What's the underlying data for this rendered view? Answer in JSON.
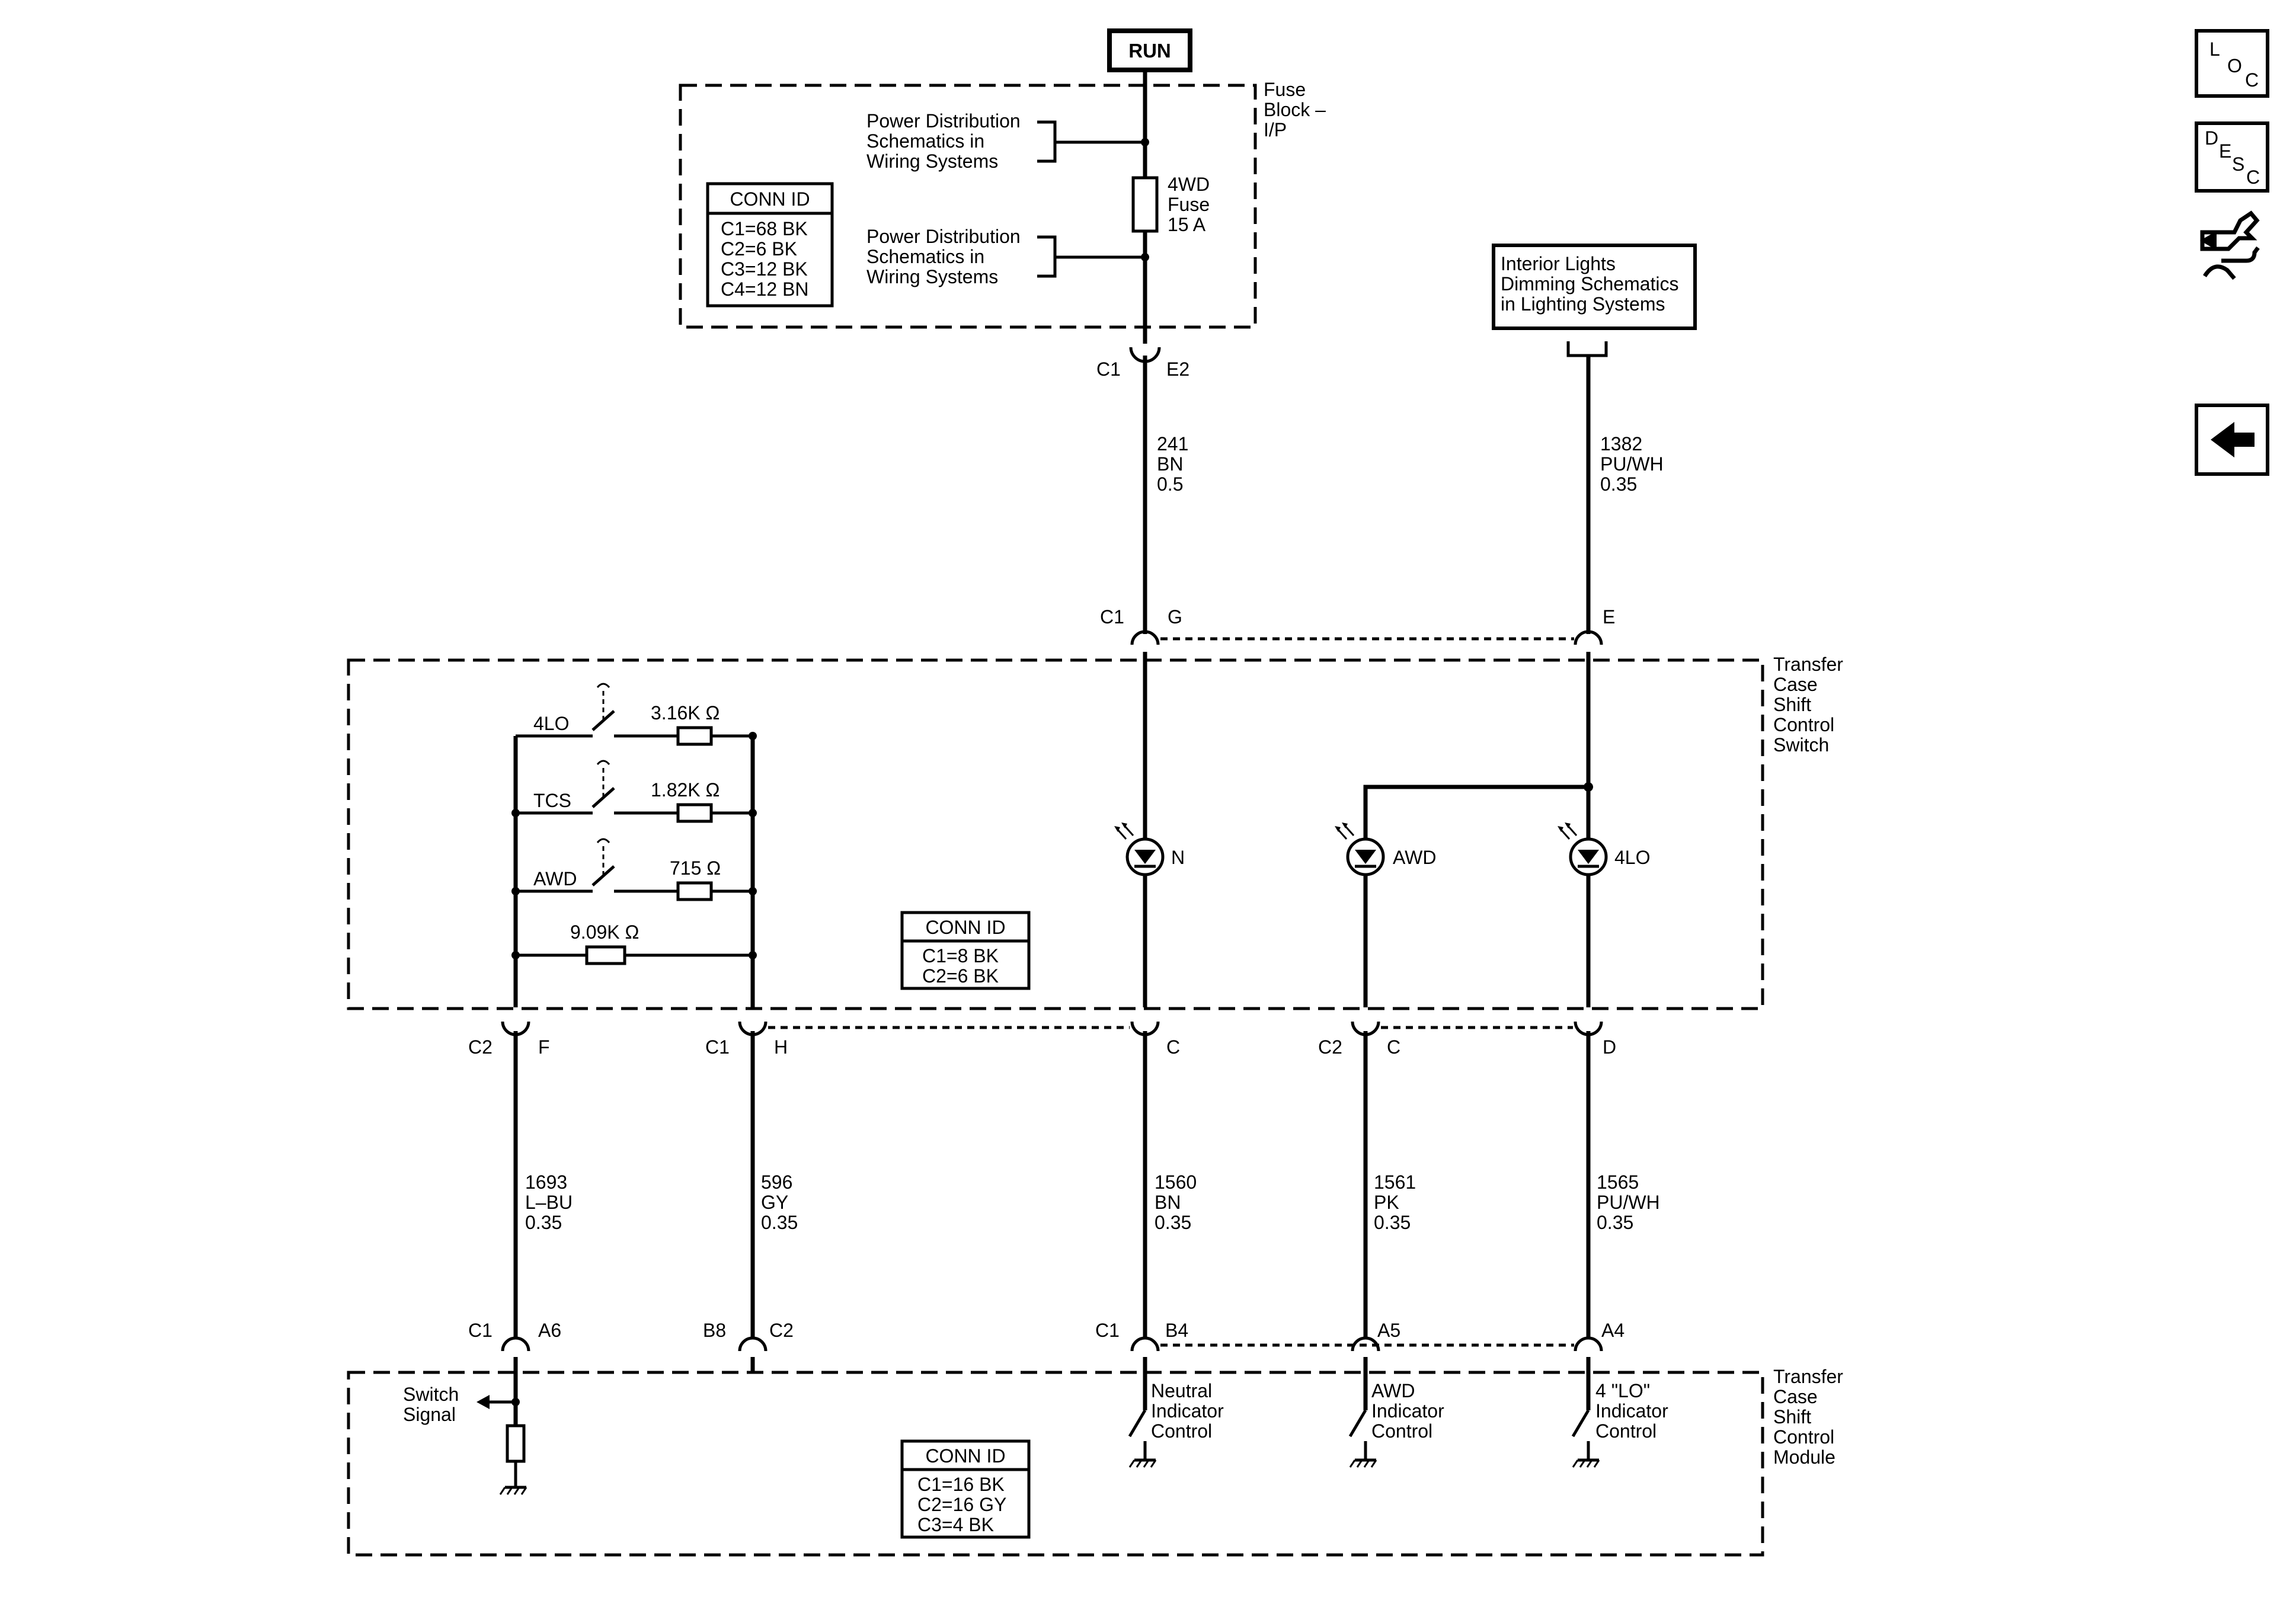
{
  "power_source": "RUN",
  "fuse_block": {
    "title_lines": [
      "Fuse",
      "Block –",
      "I/P"
    ],
    "ref1_lines": [
      "Power Distribution",
      "Schematics in",
      "Wiring Systems"
    ],
    "ref2_lines": [
      "Power Distribution",
      "Schematics in",
      "Wiring Systems"
    ],
    "fuse_lines": [
      "4WD",
      "Fuse",
      "15 A"
    ],
    "conn_id_header": "CONN ID",
    "conn_id_lines": [
      "C1=68 BK",
      "C2=6 BK",
      "C3=12 BK",
      "C4=12 BN"
    ]
  },
  "interior_lights": {
    "lines": [
      "Interior Lights",
      "Dimming Schematics",
      "in Lighting Systems"
    ]
  },
  "top_connectors": {
    "fuse_out": {
      "conn": "C1",
      "pin": "E2"
    },
    "switch_g": {
      "conn": "C1",
      "pin": "G"
    },
    "switch_e": {
      "pin": "E"
    }
  },
  "wires_top": [
    {
      "lines": [
        "241",
        "BN",
        "0.5"
      ]
    },
    {
      "lines": [
        "1382",
        "PU/WH",
        "0.35"
      ]
    }
  ],
  "switch_block": {
    "title_lines": [
      "Transfer",
      "Case",
      "Shift",
      "Control",
      "Switch"
    ],
    "switches": [
      {
        "label": "4LO",
        "resistor": "3.16K Ω"
      },
      {
        "label": "TCS",
        "resistor": "1.82K Ω"
      },
      {
        "label": "AWD",
        "resistor": "715 Ω"
      }
    ],
    "bottom_resistor": "9.09K Ω",
    "leds": [
      {
        "label": "N"
      },
      {
        "label": "AWD"
      },
      {
        "label": "4LO"
      }
    ],
    "conn_id_header": "CONN ID",
    "conn_id_lines": [
      "C1=8 BK",
      "C2=6 BK"
    ]
  },
  "switch_connectors": [
    {
      "conn": "C2",
      "pin": "F"
    },
    {
      "conn": "C1",
      "pin": "H"
    },
    {
      "conn": "",
      "pin": "C"
    },
    {
      "conn": "C2",
      "pin": "C"
    },
    {
      "conn": "",
      "pin": "D"
    }
  ],
  "wires_bottom": [
    {
      "lines": [
        "1693",
        "L–BU",
        "0.35"
      ]
    },
    {
      "lines": [
        "596",
        "GY",
        "0.35"
      ]
    },
    {
      "lines": [
        "1560",
        "BN",
        "0.35"
      ]
    },
    {
      "lines": [
        "1561",
        "PK",
        "0.35"
      ]
    },
    {
      "lines": [
        "1565",
        "PU/WH",
        "0.35"
      ]
    }
  ],
  "module_connectors": [
    {
      "conn": "C1",
      "pin": "A6"
    },
    {
      "conn": "B8",
      "pin": "C2"
    },
    {
      "conn": "C1",
      "pin": "B4"
    },
    {
      "conn": "",
      "pin": "A5"
    },
    {
      "conn": "",
      "pin": "A4"
    }
  ],
  "module_block": {
    "title_lines": [
      "Transfer",
      "Case",
      "Shift",
      "Control",
      "Module"
    ],
    "switch_signal_lines": [
      "Switch",
      "Signal"
    ],
    "controls": [
      {
        "lines": [
          "Neutral",
          "Indicator",
          "Control"
        ]
      },
      {
        "lines": [
          "AWD",
          "Indicator",
          "Control"
        ]
      },
      {
        "lines": [
          "4 \"LO\"",
          "Indicator",
          "Control"
        ]
      }
    ],
    "conn_id_header": "CONN ID",
    "conn_id_lines": [
      "C1=16 BK",
      "C2=16 GY",
      "C3=4 BK"
    ]
  },
  "nav": {
    "loc": {
      "l": "L",
      "o": "O",
      "c": "C"
    },
    "desc": {
      "d": "D",
      "e": "E",
      "s": "S",
      "c": "C"
    }
  }
}
